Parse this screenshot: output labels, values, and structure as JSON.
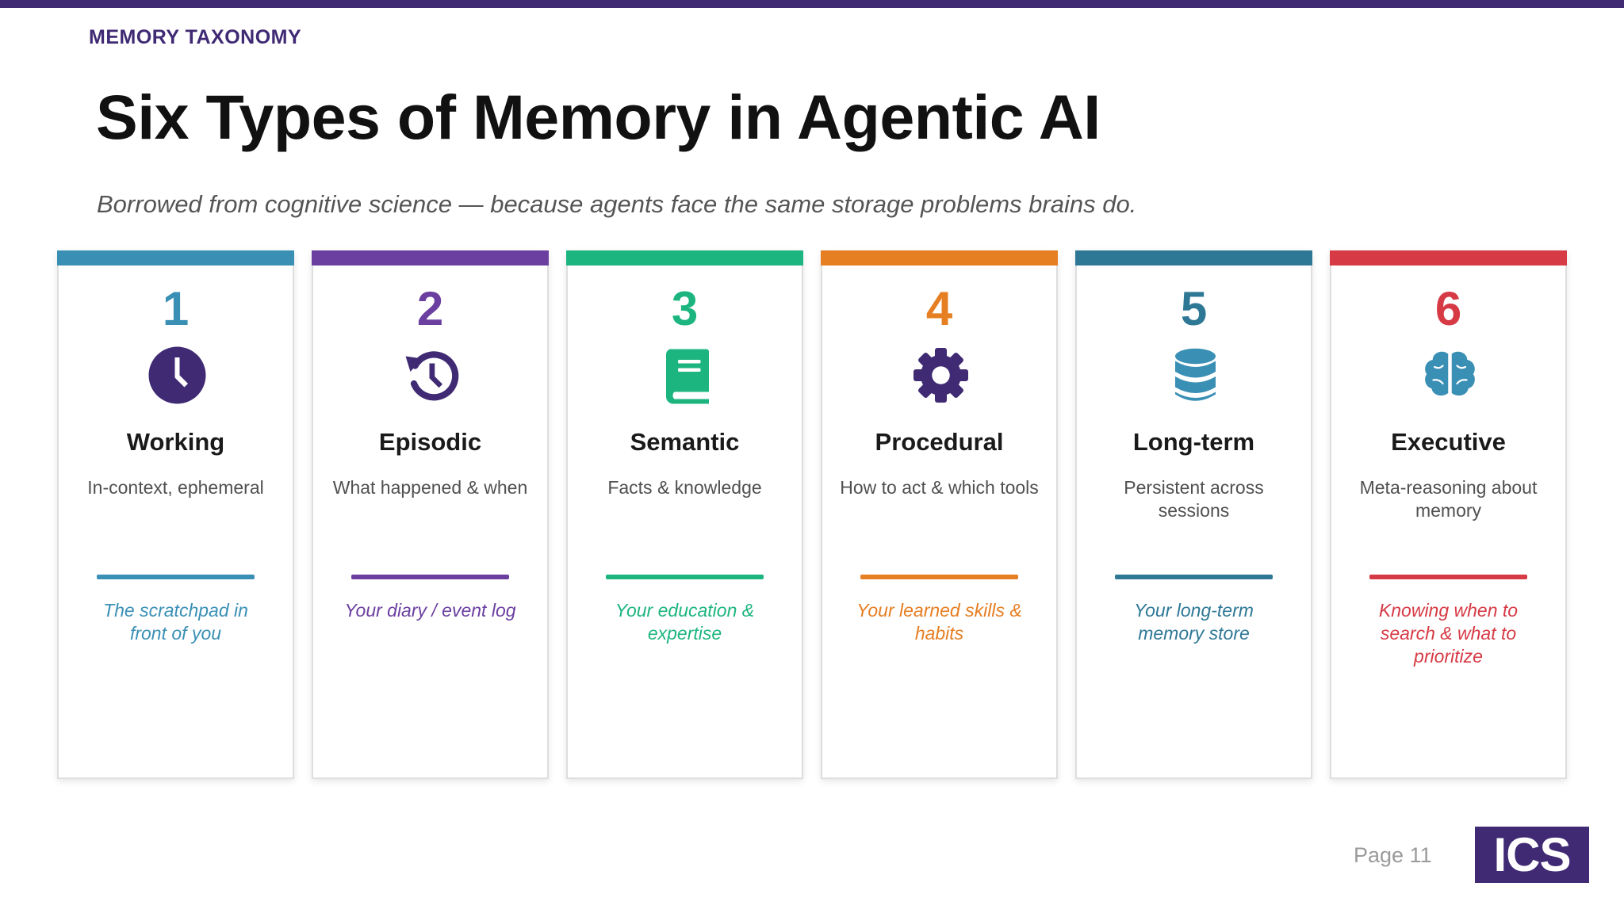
{
  "header": {
    "section_label": "MEMORY TAXONOMY",
    "title": "Six Types of Memory in Agentic AI",
    "subtitle": "Borrowed from cognitive science — because agents face the same storage problems brains do."
  },
  "cards": [
    {
      "number": "1",
      "icon": "clock-icon",
      "name": "Working",
      "description": "In-context, ephemeral",
      "analogy": "The scratchpad in front of you",
      "accent_color": "#3a8fb5",
      "icon_color": "#3f2a73"
    },
    {
      "number": "2",
      "icon": "history-icon",
      "name": "Episodic",
      "description": "What happened & when",
      "analogy": "Your diary / event log",
      "accent_color": "#6b3fa0",
      "icon_color": "#3f2a73"
    },
    {
      "number": "3",
      "icon": "book-icon",
      "name": "Semantic",
      "description": "Facts & knowledge",
      "analogy": "Your education & expertise",
      "accent_color": "#1db57f",
      "icon_color": "#1db57f"
    },
    {
      "number": "4",
      "icon": "gear-icon",
      "name": "Procedural",
      "description": "How to act & which tools",
      "analogy": "Your learned skills & habits",
      "accent_color": "#e67e22",
      "icon_color": "#3f2a73"
    },
    {
      "number": "5",
      "icon": "database-icon",
      "name": "Long-term",
      "description": "Persistent across sessions",
      "analogy": "Your long-term memory store",
      "accent_color": "#2e7896",
      "icon_color": "#3a8fb5"
    },
    {
      "number": "6",
      "icon": "brain-icon",
      "name": "Executive",
      "description": "Meta-reasoning about memory",
      "analogy": "Knowing when to search & what to prioritize",
      "accent_color": "#d63a45",
      "icon_color": "#3a8fb5"
    }
  ],
  "footer": {
    "page": "Page 11",
    "logo_text": "ICS"
  }
}
